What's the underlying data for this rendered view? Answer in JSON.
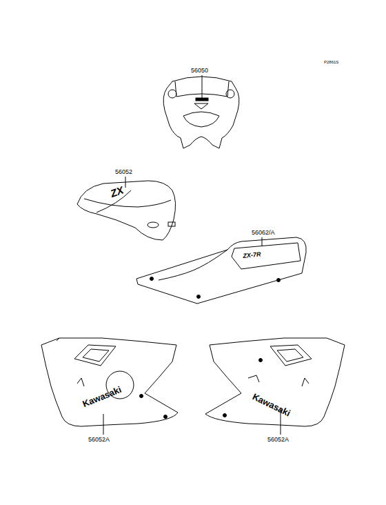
{
  "diagram": {
    "labels": [
      "P2861S",
      "56050",
      "56052",
      "56062/A",
      "56052A",
      "56052A",
      "ZX",
      "ZX-7R",
      "Kawasaki",
      "Kawasaki"
    ]
  }
}
